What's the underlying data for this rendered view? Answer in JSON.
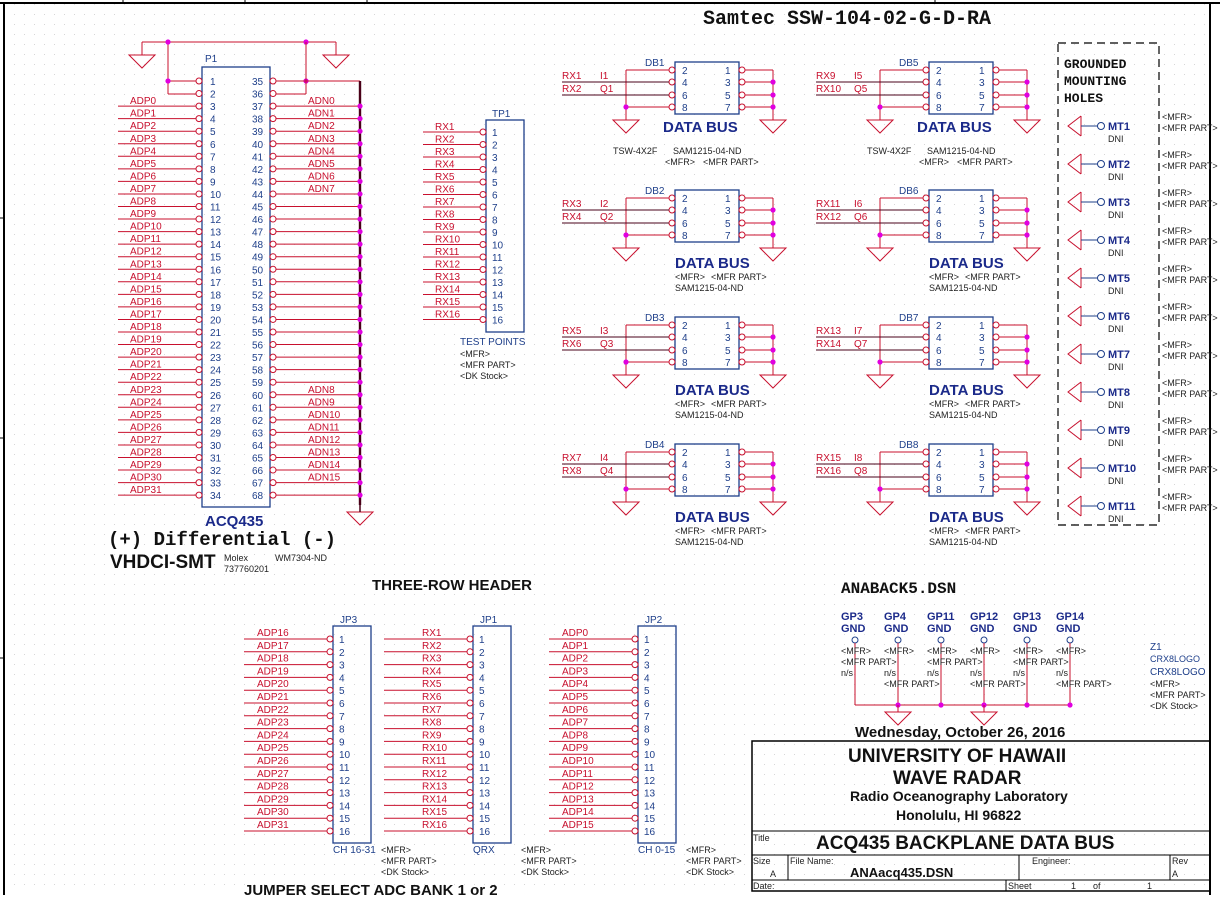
{
  "sheet_title": "Samtec SSW-104-02-G-D-RA",
  "colors": {
    "wire": "#c8102e",
    "part": "#1e3f8a",
    "junction": "#e000e0",
    "bus": "#4a0018",
    "text": "#111111"
  },
  "p1": {
    "ref": "P1",
    "value": "ACQ435",
    "left_pins": [
      "1",
      "2",
      "3",
      "4",
      "5",
      "6",
      "7",
      "8",
      "9",
      "10",
      "11",
      "12",
      "13",
      "14",
      "15",
      "16",
      "17",
      "18",
      "19",
      "20",
      "21",
      "22",
      "23",
      "24",
      "25",
      "26",
      "27",
      "28",
      "29",
      "30",
      "31",
      "32",
      "33",
      "34"
    ],
    "right_pins": [
      "35",
      "36",
      "37",
      "38",
      "39",
      "40",
      "41",
      "42",
      "43",
      "44",
      "45",
      "46",
      "47",
      "48",
      "49",
      "50",
      "51",
      "52",
      "53",
      "54",
      "55",
      "56",
      "57",
      "58",
      "59",
      "60",
      "61",
      "62",
      "63",
      "64",
      "65",
      "66",
      "67",
      "68"
    ],
    "left_nets": [
      "",
      "",
      "ADP0",
      "ADP1",
      "ADP2",
      "ADP3",
      "ADP4",
      "ADP5",
      "ADP6",
      "ADP7",
      "ADP8",
      "ADP9",
      "ADP10",
      "ADP11",
      "ADP12",
      "ADP13",
      "ADP14",
      "ADP15",
      "ADP16",
      "ADP17",
      "ADP18",
      "ADP19",
      "ADP20",
      "ADP21",
      "ADP22",
      "ADP23",
      "ADP24",
      "ADP25",
      "ADP26",
      "ADP27",
      "ADP28",
      "ADP29",
      "ADP30",
      "ADP31"
    ],
    "right_nets": [
      "",
      "",
      "ADN0",
      "ADN1",
      "ADN2",
      "ADN3",
      "ADN4",
      "ADN5",
      "ADN6",
      "ADN7",
      "",
      "",
      "",
      "",
      "",
      "",
      "",
      "",
      "",
      "",
      "",
      "",
      "",
      "",
      "",
      "ADN8",
      "ADN9",
      "ADN10",
      "ADN11",
      "ADN12",
      "ADN13",
      "ADN14",
      "ADN15",
      ""
    ],
    "caption": "(+) Differential (-)",
    "footprint": "VHDCI-SMT",
    "mfr": "Molex",
    "mfr_part": "737760201",
    "dk": "WM7304-ND"
  },
  "three_row_header": "THREE-ROW HEADER",
  "tp1": {
    "ref": "TP1",
    "pins": [
      "1",
      "2",
      "3",
      "4",
      "5",
      "6",
      "7",
      "8",
      "9",
      "10",
      "11",
      "12",
      "13",
      "14",
      "15",
      "16"
    ],
    "nets": [
      "RX1",
      "RX2",
      "RX3",
      "RX4",
      "RX5",
      "RX6",
      "RX7",
      "RX8",
      "RX9",
      "RX10",
      "RX11",
      "RX12",
      "RX13",
      "RX14",
      "RX15",
      "RX16"
    ],
    "value": "TEST POINTS",
    "props": [
      "<MFR>",
      "<MFR PART>",
      "<DK Stock>"
    ]
  },
  "data_bus": {
    "left_pins": [
      "2",
      "4",
      "6",
      "8"
    ],
    "right_pins": [
      "1",
      "3",
      "5",
      "7"
    ],
    "value": "DATA BUS",
    "blocks": [
      {
        "ref": "DB1",
        "nets": [
          "RX1",
          "RX2"
        ],
        "sigs": [
          "I1",
          "Q1"
        ],
        "props": [
          "TSW-4X2F",
          "SAM1215-04-ND",
          "<MFR>",
          "<MFR PART>"
        ]
      },
      {
        "ref": "DB2",
        "nets": [
          "RX3",
          "RX4"
        ],
        "sigs": [
          "I2",
          "Q2"
        ],
        "props": [
          "<MFR>",
          "<MFR PART>",
          "SAM1215-04-ND"
        ]
      },
      {
        "ref": "DB3",
        "nets": [
          "RX5",
          "RX6"
        ],
        "sigs": [
          "I3",
          "Q3"
        ],
        "props": [
          "<MFR>",
          "<MFR PART>",
          "SAM1215-04-ND"
        ]
      },
      {
        "ref": "DB4",
        "nets": [
          "RX7",
          "RX8"
        ],
        "sigs": [
          "I4",
          "Q4"
        ],
        "props": [
          "<MFR>",
          "<MFR PART>",
          "SAM1215-04-ND"
        ]
      },
      {
        "ref": "DB5",
        "nets": [
          "RX9",
          "RX10"
        ],
        "sigs": [
          "I5",
          "Q5"
        ],
        "props": [
          "TSW-4X2F",
          "SAM1215-04-ND",
          "<MFR>",
          "<MFR PART>"
        ]
      },
      {
        "ref": "DB6",
        "nets": [
          "RX11",
          "RX12"
        ],
        "sigs": [
          "I6",
          "Q6"
        ],
        "props": [
          "<MFR>",
          "<MFR PART>",
          "SAM1215-04-ND"
        ]
      },
      {
        "ref": "DB7",
        "nets": [
          "RX13",
          "RX14"
        ],
        "sigs": [
          "I7",
          "Q7"
        ],
        "props": [
          "<MFR>",
          "<MFR PART>",
          "SAM1215-04-ND"
        ]
      },
      {
        "ref": "DB8",
        "nets": [
          "RX15",
          "RX16"
        ],
        "sigs": [
          "I8",
          "Q8"
        ],
        "props": [
          "<MFR>",
          "<MFR PART>",
          "SAM1215-04-ND"
        ]
      }
    ]
  },
  "mounting": {
    "title_lines": [
      "GROUNDED",
      "MOUNTING",
      "HOLES"
    ],
    "holes": [
      "MT1",
      "MT2",
      "MT3",
      "MT4",
      "MT5",
      "MT6",
      "MT7",
      "MT8",
      "MT9",
      "MT10",
      "MT11"
    ],
    "props": [
      "<MFR>",
      "<MFR PART>",
      "DNI"
    ]
  },
  "design_file": "ANABACK5.DSN",
  "ground_points": {
    "items": [
      {
        "ref": "GP3",
        "value": "GND"
      },
      {
        "ref": "GP4",
        "value": "GND"
      },
      {
        "ref": "GP11",
        "value": "GND"
      },
      {
        "ref": "GP12",
        "value": "GND"
      },
      {
        "ref": "GP13",
        "value": "GND"
      },
      {
        "ref": "GP14",
        "value": "GND"
      }
    ],
    "props": [
      "<MFR>",
      "<MFR PART>",
      "n/s"
    ]
  },
  "logo": {
    "ref": "Z1",
    "symbol": "CRX8LOGO",
    "value": "CRX8LOGO",
    "props": [
      "<MFR>",
      "<MFR PART>",
      "<DK Stock>"
    ]
  },
  "jumpers": {
    "caption": "JUMPER SELECT ADC BANK 1 or 2",
    "pins": [
      "1",
      "2",
      "3",
      "4",
      "5",
      "6",
      "7",
      "8",
      "9",
      "10",
      "11",
      "12",
      "13",
      "14",
      "15",
      "16"
    ],
    "props": [
      "<MFR>",
      "<MFR PART>",
      "<DK Stock>"
    ],
    "blocks": [
      {
        "ref": "JP3",
        "value": "CH 16-31",
        "nets": [
          "ADP16",
          "ADP17",
          "ADP18",
          "ADP19",
          "ADP20",
          "ADP21",
          "ADP22",
          "ADP23",
          "ADP24",
          "ADP25",
          "ADP26",
          "ADP27",
          "ADP28",
          "ADP29",
          "ADP30",
          "ADP31"
        ]
      },
      {
        "ref": "JP1",
        "value": "QRX",
        "nets": [
          "RX1",
          "RX2",
          "RX3",
          "RX4",
          "RX5",
          "RX6",
          "RX7",
          "RX8",
          "RX9",
          "RX10",
          "RX11",
          "RX12",
          "RX13",
          "RX14",
          "RX15",
          "RX16"
        ]
      },
      {
        "ref": "JP2",
        "value": "CH 0-15",
        "nets": [
          "ADP0",
          "ADP1",
          "ADP2",
          "ADP3",
          "ADP4",
          "ADP5",
          "ADP6",
          "ADP7",
          "ADP8",
          "ADP9",
          "ADP10",
          "ADP11",
          "ADP12",
          "ADP13",
          "ADP14",
          "ADP15"
        ]
      }
    ]
  },
  "title_block": {
    "date_text": "Wednesday, October 26, 2016",
    "org1": "UNIVERSITY OF HAWAII",
    "org2": "WAVE RADAR",
    "lab": "Radio Oceanography Laboratory",
    "address": "Honolulu, HI 96822",
    "title_label": "Title",
    "title": "ACQ435 BACKPLANE DATA BUS",
    "size_label": "Size",
    "size": "A",
    "file_label": "File Name:",
    "file": "ANAacq435.DSN",
    "engineer_label": "Engineer:",
    "rev_label": "Rev",
    "rev": "A",
    "date_label": "Date:",
    "sheet_label": "Sheet",
    "sheet_num": "1",
    "of_label": "of",
    "sheet_total": "1"
  }
}
